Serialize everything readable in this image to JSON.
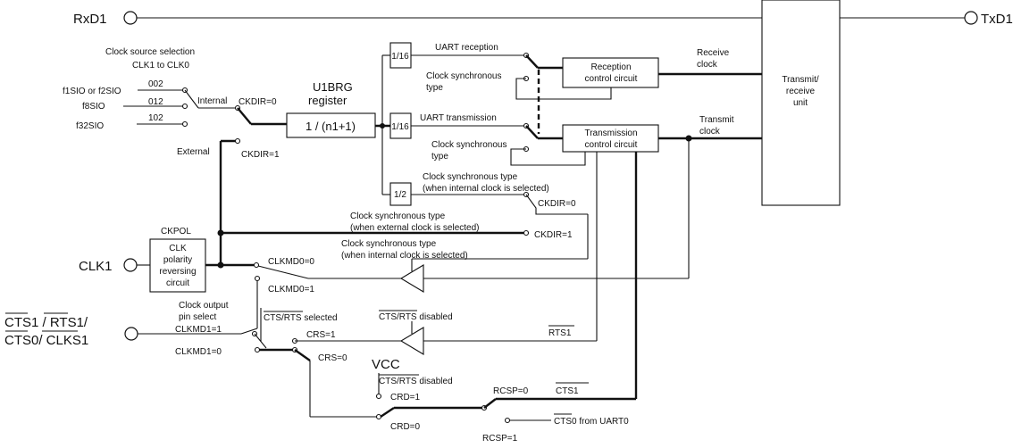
{
  "pins": {
    "rxd1": "RxD1",
    "txd1": "TxD1",
    "clk1": "CLK1",
    "cts_line1": "CTS1 / RTS1/",
    "cts_line2": "CTS0/ CLKS1"
  },
  "clock_source": {
    "title": "Clock source selection",
    "subtitle": "CLK1 to CLK0",
    "f1": "f1SIO or f2SIO",
    "f8": "f8SIO",
    "f32": "f32SIO",
    "code00": "002",
    "code01": "012",
    "code10": "102",
    "internal": "Internal",
    "external": "External",
    "ckdir0": "CKDIR=0",
    "ckdir1": "CKDIR=1"
  },
  "brg": {
    "title1": "U1BRG",
    "title2": "register",
    "formula": "1 / (n1+1)"
  },
  "dividers": {
    "d16a": "1/16",
    "d16b": "1/16",
    "d2": "1/2"
  },
  "reception": {
    "uart": "UART reception",
    "cs1": "Clock synchronous",
    "cs2": "type",
    "box1": "Reception",
    "box2": "control circuit",
    "clk1": "Receive",
    "clk2": "clock"
  },
  "transmission": {
    "uart": "UART transmission",
    "cs1": "Clock synchronous",
    "cs2": "type",
    "box1": "Transmission",
    "box2": "control circuit",
    "clk1": "Transmit",
    "clk2": "clock"
  },
  "unit": {
    "l1": "Transmit/",
    "l2": "receive",
    "l3": "unit"
  },
  "sync_int": {
    "l1": "Clock synchronous type",
    "l2": "(when internal clock is selected)",
    "ckdir": "CKDIR=0"
  },
  "sync_ext": {
    "l1": "Clock synchronous type",
    "l2": "(when external clock is selected)",
    "ckdir": "CKDIR=1"
  },
  "sync_int2": {
    "l1": "Clock synchronous type",
    "l2": "(when internal clock is selected)"
  },
  "ckpol": {
    "label": "CKPOL",
    "l1": "CLK",
    "l2": "polarity",
    "l3": "reversing",
    "l4": "circuit"
  },
  "clkmd": {
    "md0_0": "CLKMD0=0",
    "md0_1": "CLKMD0=1",
    "cop1": "Clock output",
    "cop2": "pin select",
    "md1_1": "CLKMD1=1",
    "md1_0": "CLKMD1=0"
  },
  "cts": {
    "selected": "CTS/RTS selected",
    "disabled1": "CTS/RTS disabled",
    "crs1": "CRS=1",
    "crs0": "CRS=0",
    "rts1": "RTS1",
    "vcc": "VCC",
    "disabled2": "CTS/RTS disabled",
    "crd1": "CRD=1",
    "crd0": "CRD=0",
    "rcsp0": "RCSP=0",
    "cts1": "CTS1",
    "cts0": "CTS0 from UART0",
    "rcsp1": "RCSP=1"
  }
}
